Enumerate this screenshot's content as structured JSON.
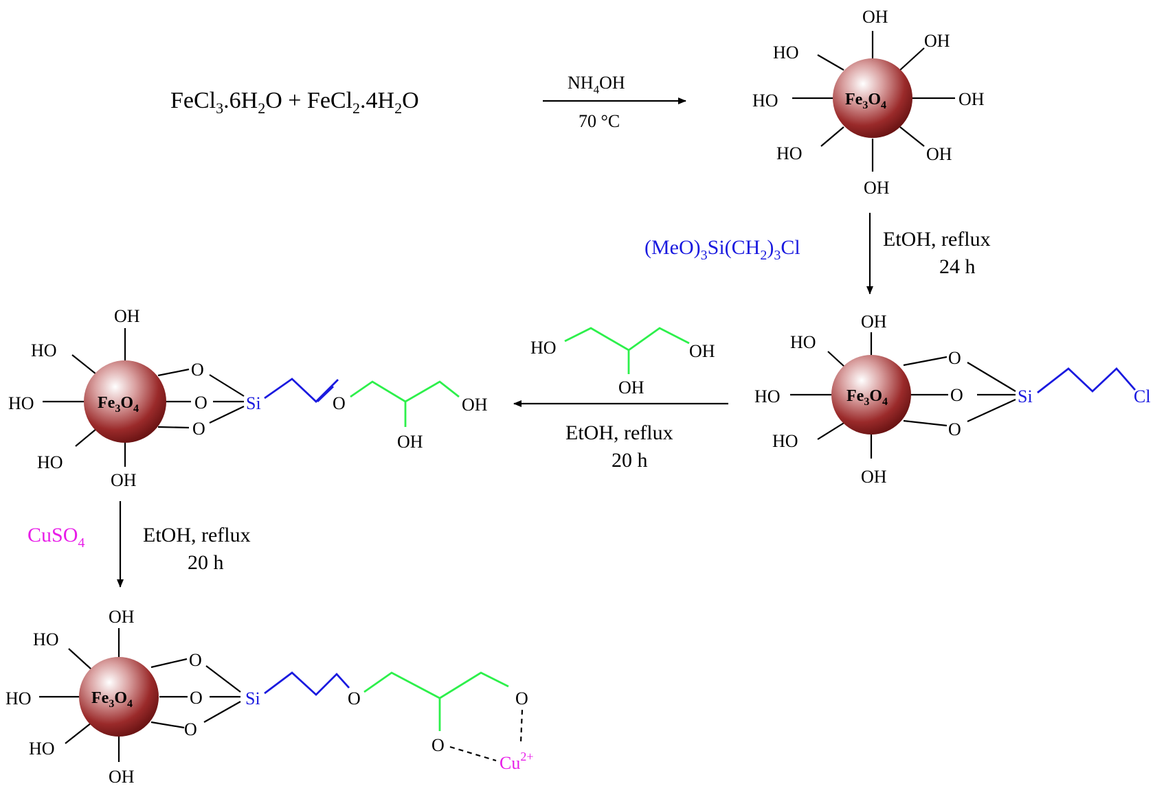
{
  "colors": {
    "linker": "#1a1adf",
    "glycerol": "#2df04b",
    "copper": "#e81de8",
    "sphere": "#8a1c1c"
  },
  "labels": {
    "hydroxyl": "OH",
    "hydroxyl_left": "HO",
    "oxygen": "O",
    "silicon": "Si",
    "chlorine": "Cl",
    "copper_ion": "Cu",
    "copper_charge": "2+"
  },
  "core": {
    "fe": "Fe",
    "fe_sub": "3",
    "o": "O",
    "o_sub": "4"
  },
  "precursors": {
    "a1": "FeCl",
    "a1_sub": "3",
    "a2": ".6H",
    "a2_sub": "2",
    "a3": "O + FeCl",
    "a3_sub": "2",
    "a4": ".4H",
    "a4_sub": "2",
    "a5": "O"
  },
  "step1": {
    "reagent_a": "NH",
    "reagent_sub": "4",
    "reagent_b": "OH",
    "temperature": "70 °C"
  },
  "step2": {
    "silane_a": "(MeO)",
    "silane_s1": "3",
    "silane_b": "Si(CH",
    "silane_s2": "2",
    "silane_c": ")",
    "silane_s3": "3",
    "silane_d": "Cl",
    "solvent": "EtOH, reflux",
    "time": "24 h"
  },
  "step3": {
    "solvent": "EtOH, reflux",
    "time": "20 h"
  },
  "step4": {
    "reagent_a": "CuSO",
    "reagent_sub": "4",
    "solvent": "EtOH, reflux",
    "time": "20 h"
  }
}
